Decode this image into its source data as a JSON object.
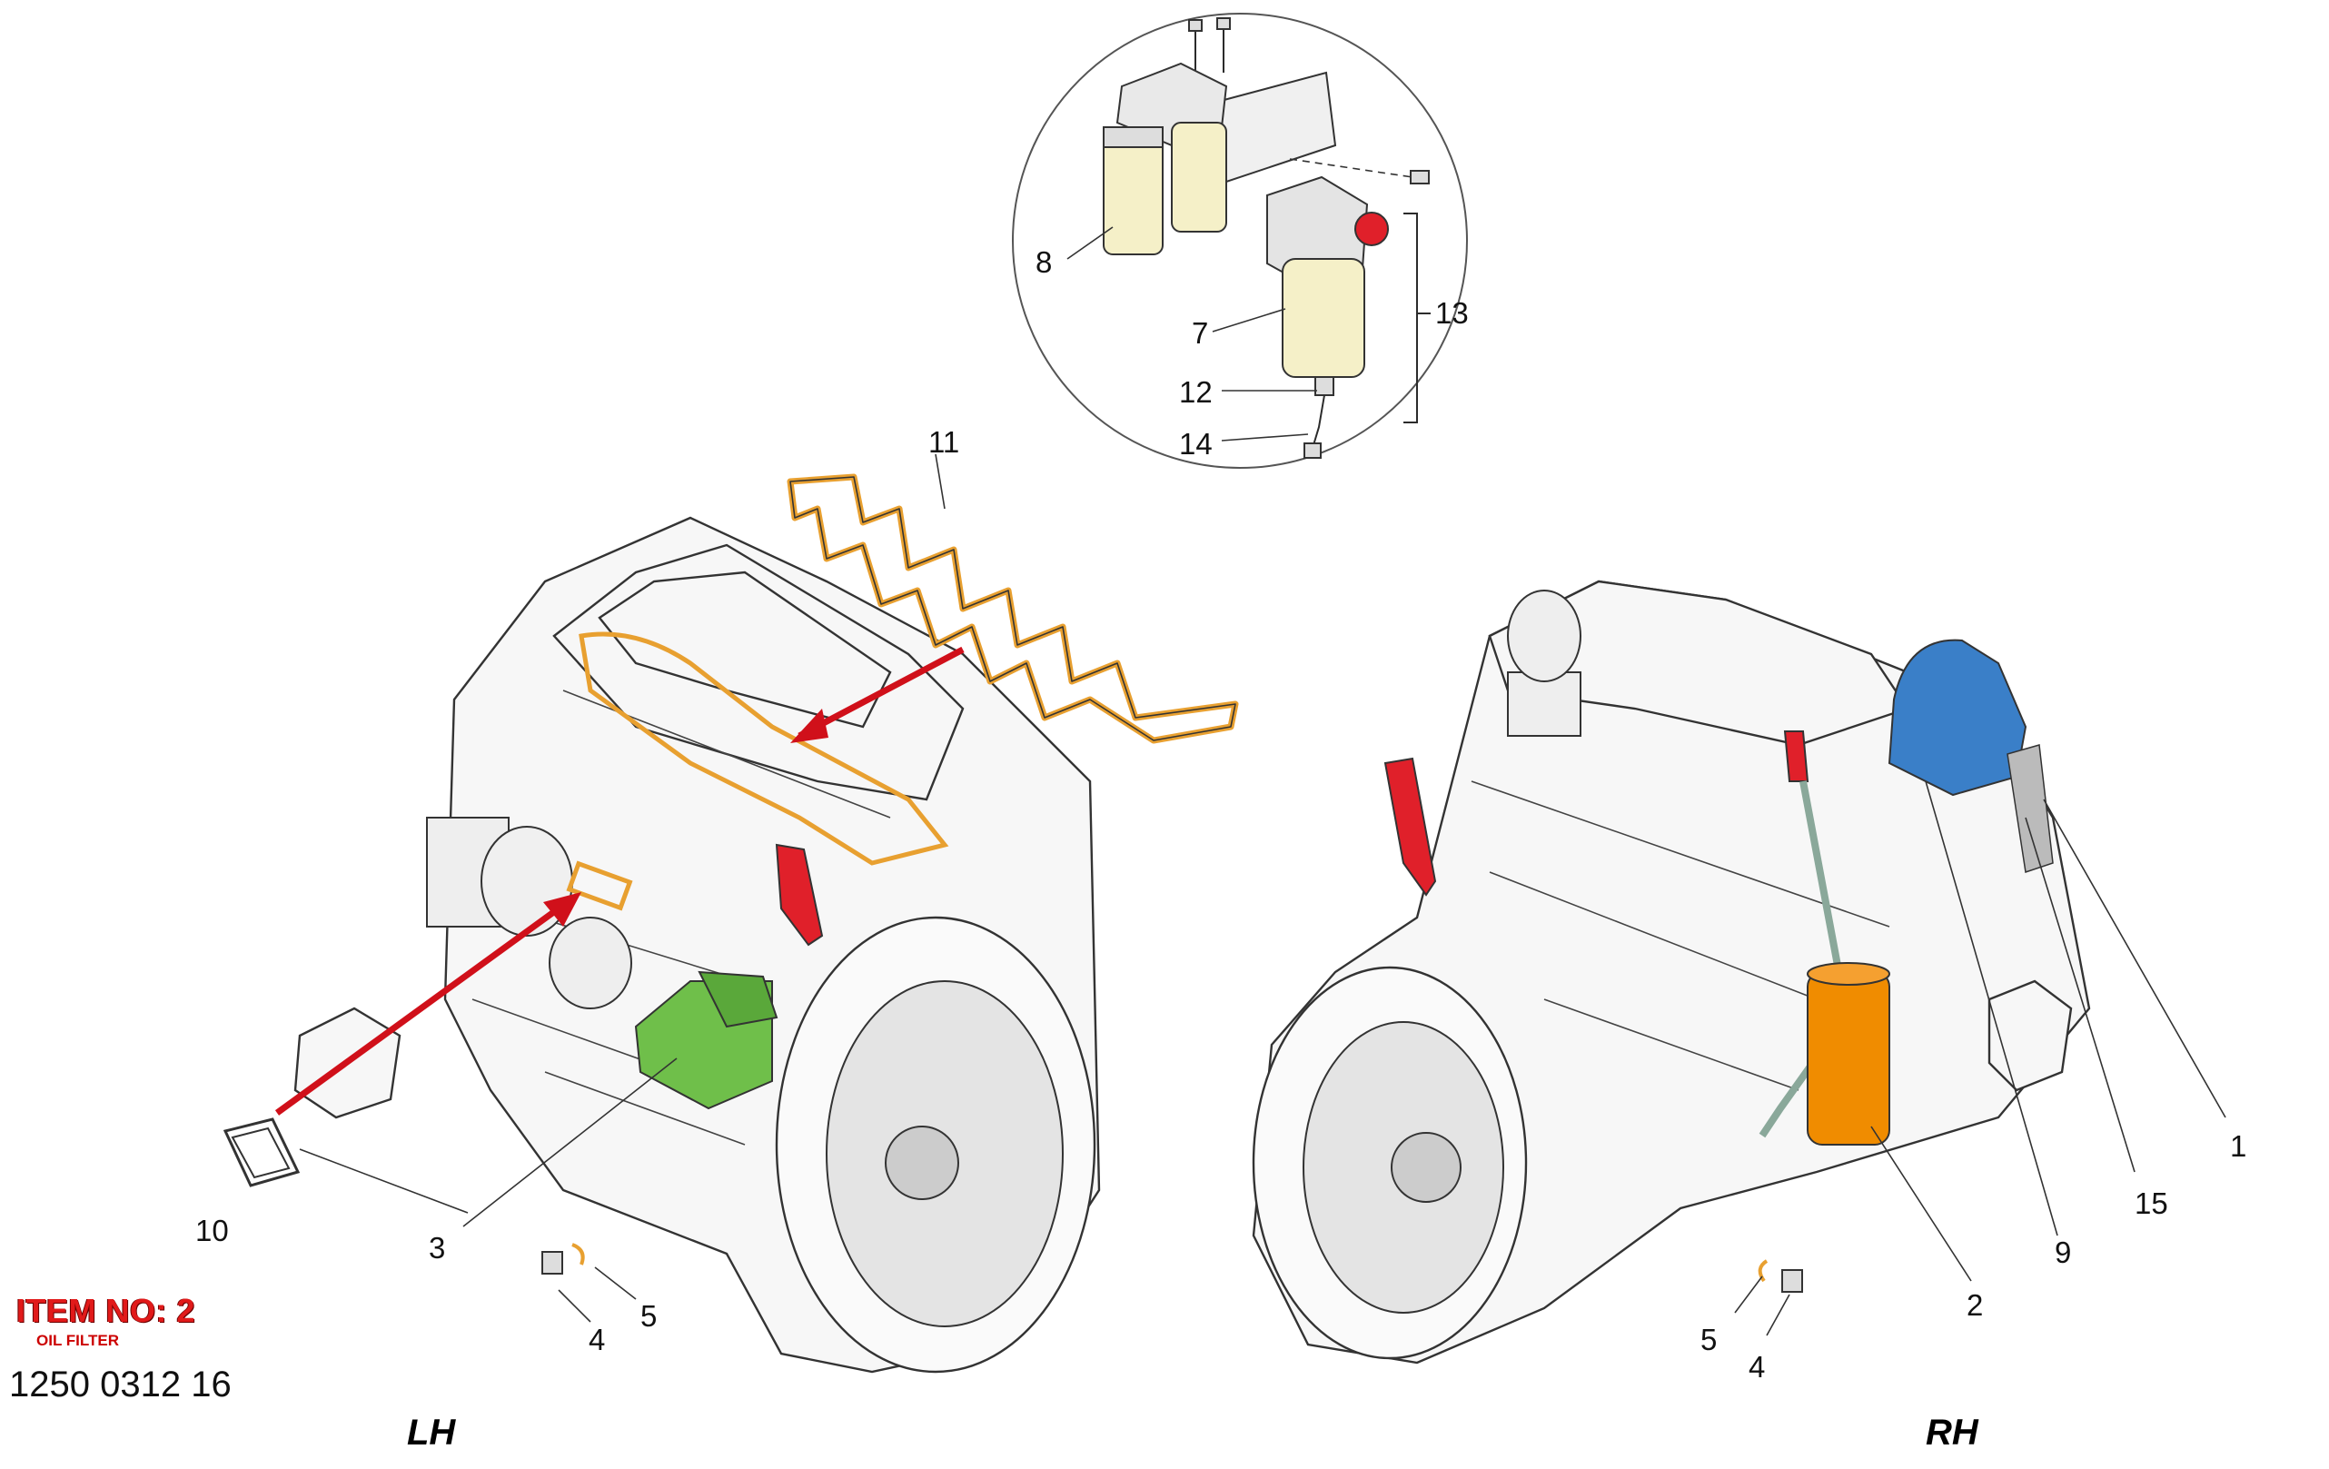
{
  "item": {
    "title": "ITEM NO: 2",
    "subtitle": "OIL FILTER",
    "part_number": "1250 0312 16"
  },
  "views": {
    "left": "LH",
    "right": "RH"
  },
  "callouts": {
    "c1": "1",
    "c2": "2",
    "c3": "3",
    "c4a": "4",
    "c4b": "4",
    "c5a": "5",
    "c5b": "5",
    "c7": "7",
    "c8": "8",
    "c9": "9",
    "c10": "10",
    "c11": "11",
    "c12": "12",
    "c13": "13",
    "c14": "14",
    "c15": "15"
  },
  "colors": {
    "oil_filter": "#f08c00",
    "starter": "#6fbf4a",
    "cover": "#3a7fc8",
    "lifting_eye": "#e0202a",
    "gasket": "#e8a030",
    "fuel_filter": "#f5f0c8",
    "arrow": "#d0101a"
  },
  "icons": [
    "engine-lh-drawing",
    "engine-rh-drawing",
    "fuel-filter-inset",
    "red-arrow-icon"
  ]
}
